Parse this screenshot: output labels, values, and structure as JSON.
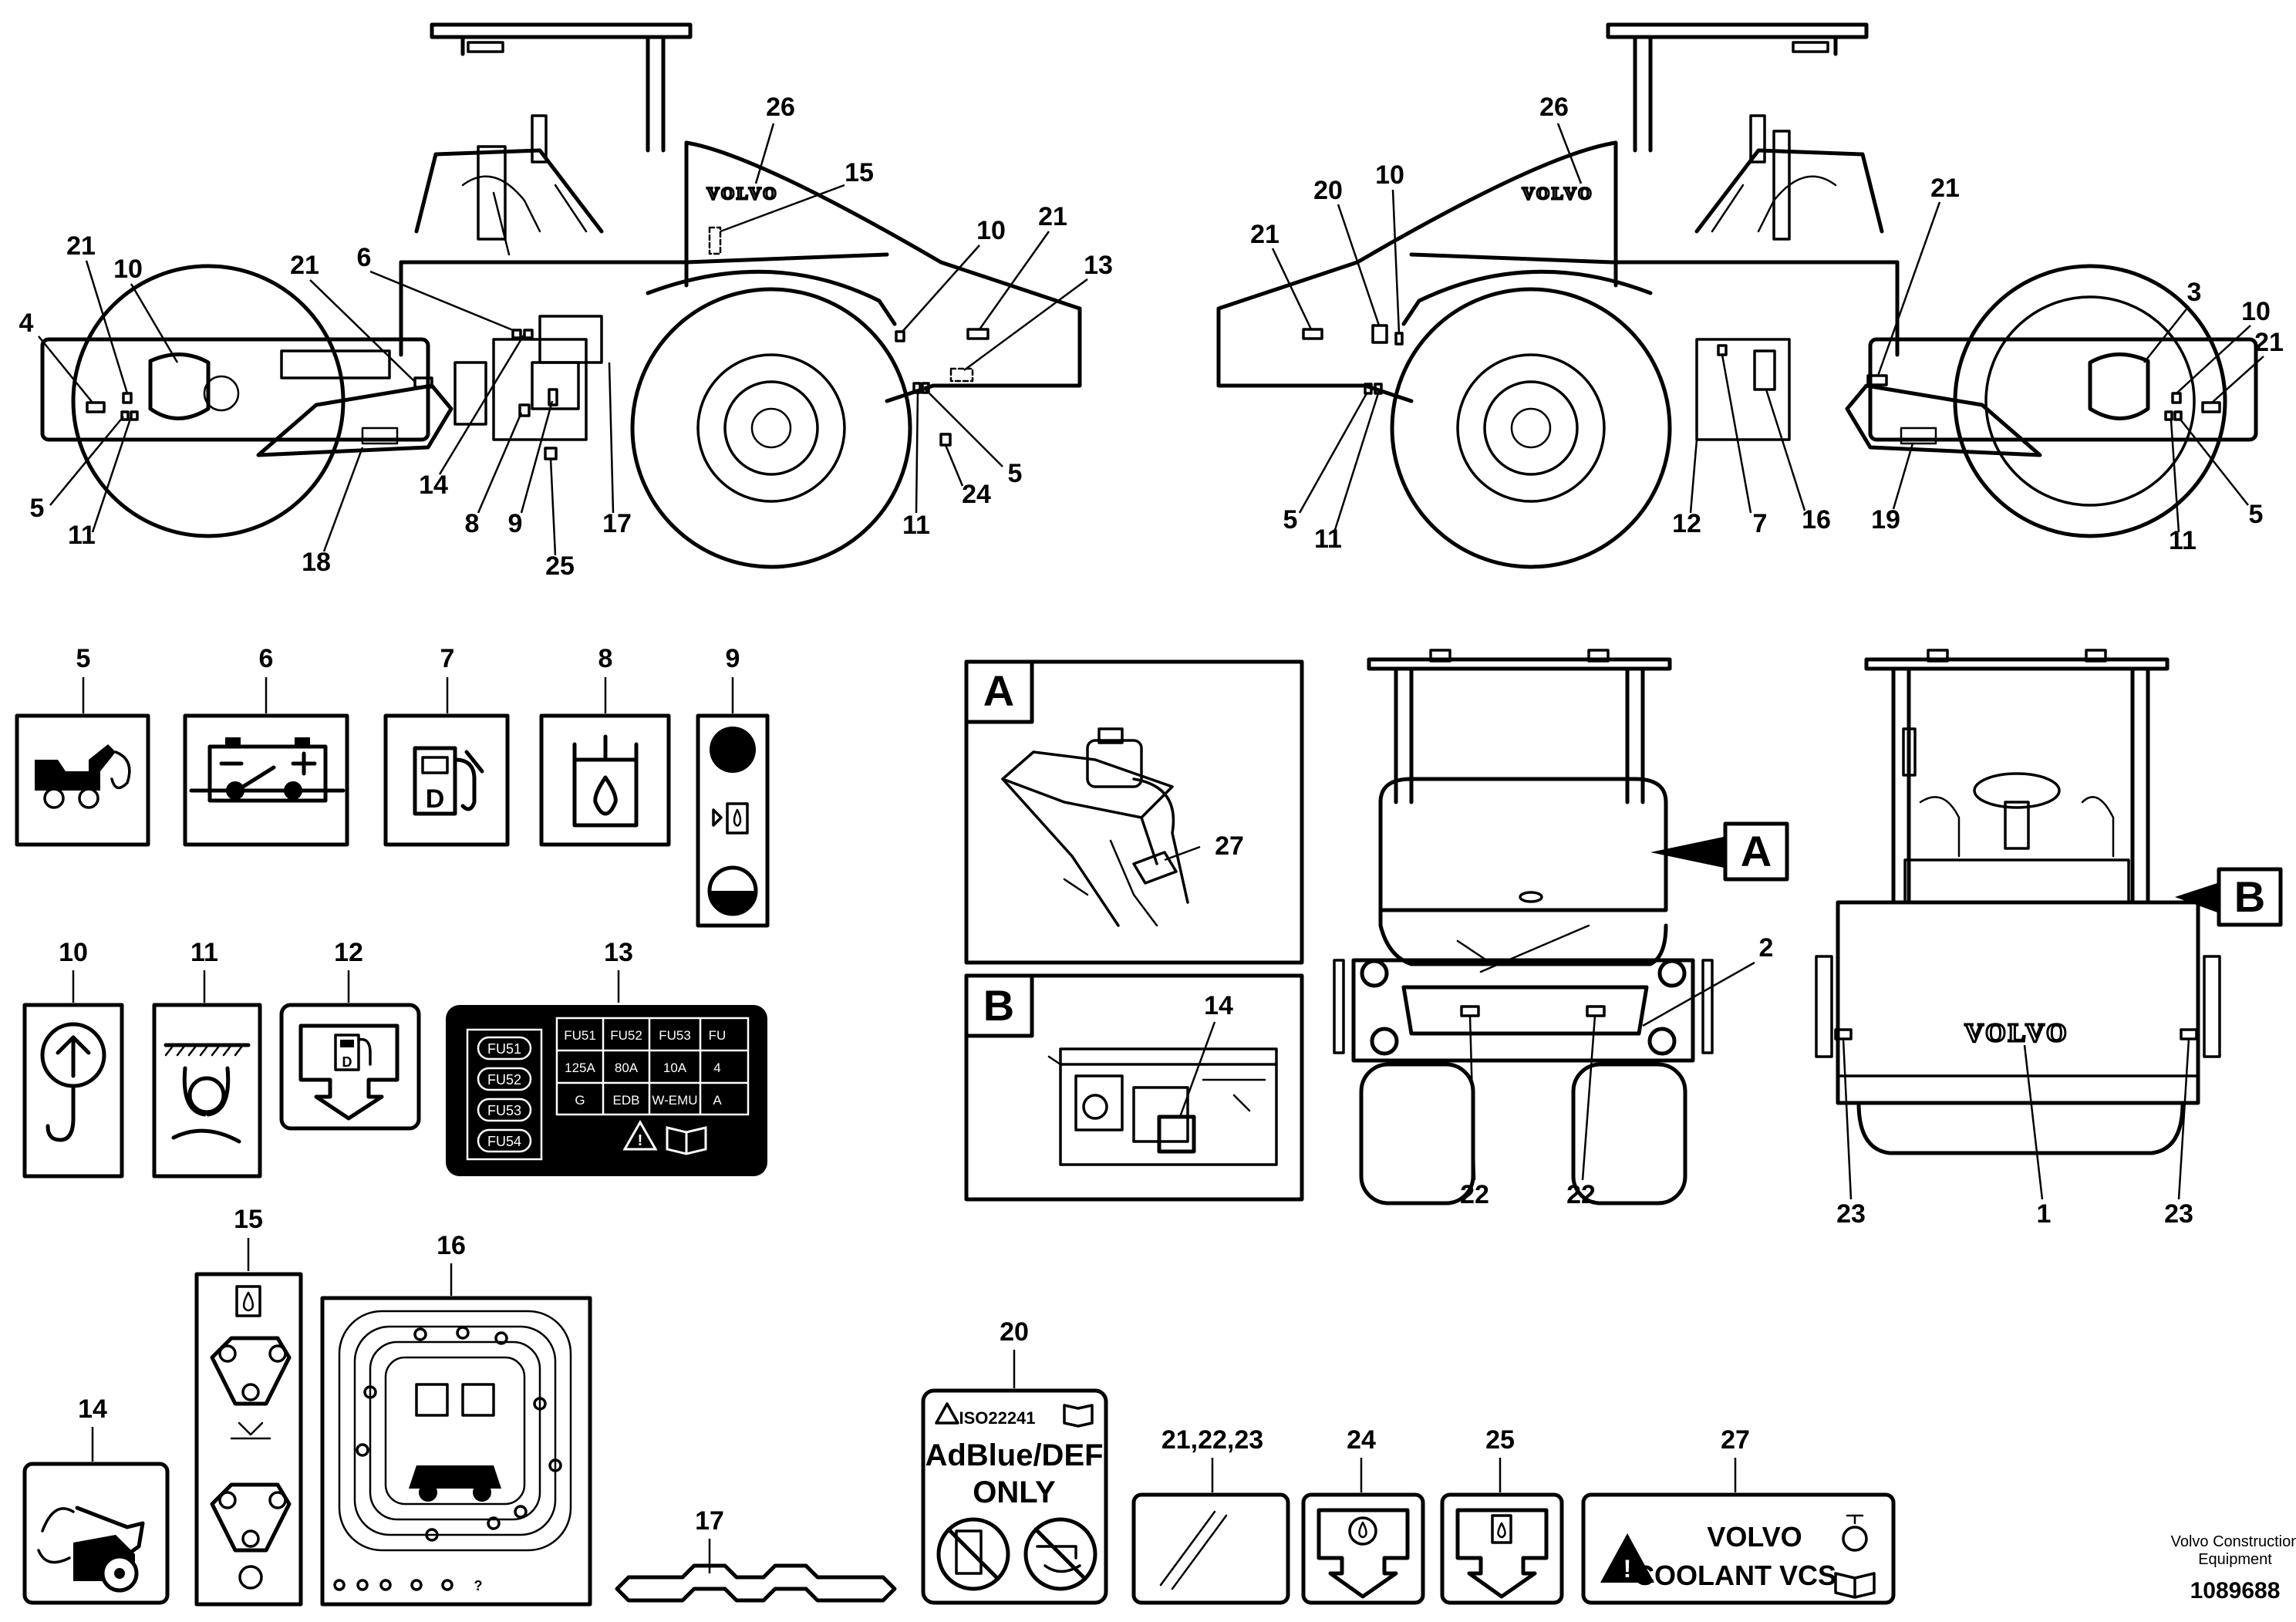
{
  "callouts": {
    "left_view": [
      "26",
      "15",
      "10",
      "21",
      "13",
      "21",
      "10",
      "4",
      "21",
      "6",
      "5",
      "11",
      "14",
      "18",
      "8",
      "9",
      "25",
      "17",
      "11",
      "24",
      "5"
    ],
    "right_view": [
      "26",
      "20",
      "10",
      "21",
      "21",
      "3",
      "10",
      "21",
      "5",
      "11",
      "12",
      "7",
      "16",
      "19",
      "11",
      "5"
    ],
    "front_rear_views": [
      "2",
      "22",
      "22",
      "23",
      "1",
      "23"
    ]
  },
  "detail_views": {
    "a": {
      "letter": "A",
      "callout": "27"
    },
    "b": {
      "letter": "B",
      "callout": "14"
    }
  },
  "brand": "VOLVO",
  "decals": {
    "d5": "5",
    "d6": "6",
    "d7": "7",
    "d8": "8",
    "d9": "9",
    "d10": "10",
    "d11": "11",
    "d12": "12",
    "d13": "13",
    "d14": "14",
    "d15": "15",
    "d16": "16",
    "d17": "17",
    "d20": "20",
    "d212223": "21,22,23",
    "d24": "24",
    "d25": "25",
    "d27": "27"
  },
  "fuse_decal": {
    "left_labels": [
      "FU51",
      "FU52",
      "FU53",
      "FU54"
    ],
    "rows": [
      [
        "FU51",
        "FU52",
        "FU53",
        "FU"
      ],
      [
        "125A",
        "80A",
        "10A",
        "4"
      ],
      [
        "G",
        "EDB",
        "W-EMU",
        "A"
      ]
    ]
  },
  "adblue_decal": {
    "standard": "ISO22241",
    "line1": "AdBlue/DEF",
    "line2": "ONLY"
  },
  "coolant_decal": {
    "line1": "VOLVO",
    "line2": "COOLANT VCS"
  },
  "footer": {
    "company_line1": "Volvo Construction",
    "company_line2": "Equipment",
    "doc_number": "1089688"
  }
}
